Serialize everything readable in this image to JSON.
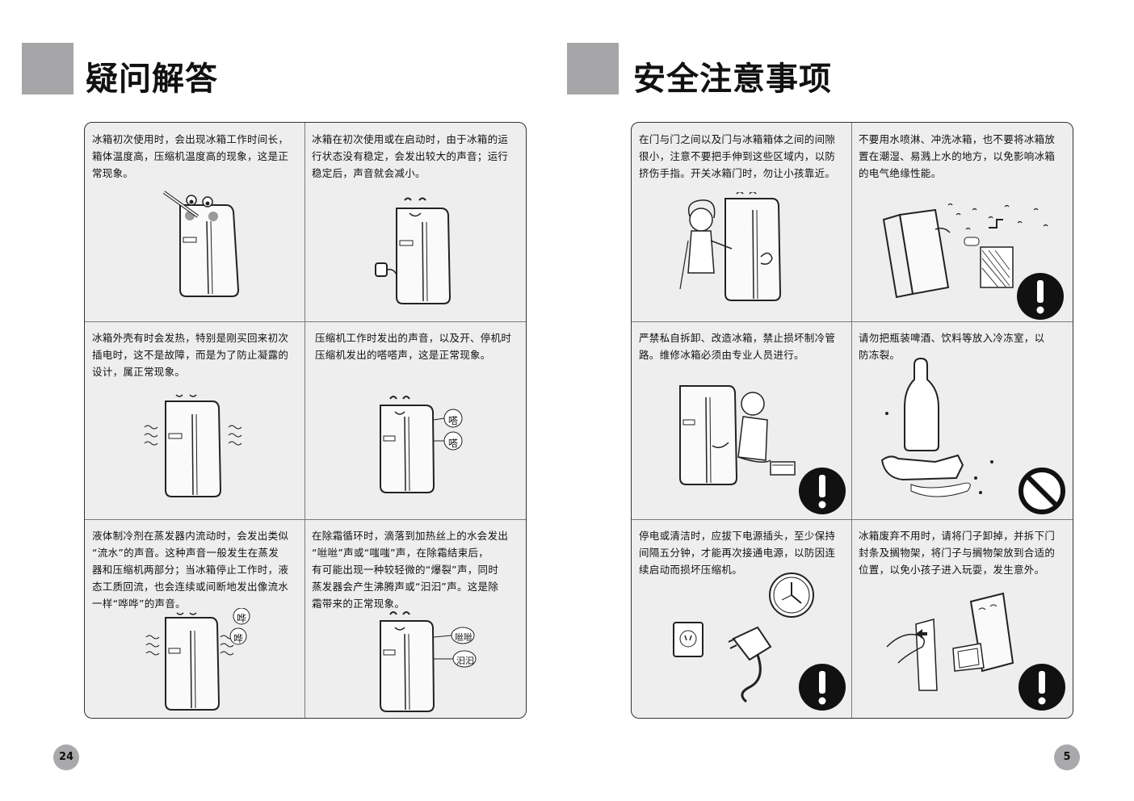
{
  "left_page": {
    "title": "疑问解答",
    "page_number": "24",
    "cells": [
      {
        "text": "冰箱初次使用时，会出现冰箱工作时间长，\n箱体温度高，压缩机温度高的现象，这是正\n常现象。"
      },
      {
        "text": "冰箱在初次使用或在启动时，由于冰箱的运\n行状态没有稳定，会发出较大的声音；运行\n稳定后，声音就会减小。"
      },
      {
        "text": "冰箱外壳有时会发热，特别是刚买回来初次\n插电时，这不是故障，而是为了防止凝露的\n设计，属正常现象。"
      },
      {
        "text": "压缩机工作时发出的声音，以及开、停机时\n压缩机发出的嗒嗒声，这是正常现象。",
        "bubbles": [
          "嗒",
          "嗒"
        ]
      },
      {
        "text": "液体制冷剂在蒸发器内流动时，会发出类似\n“流水”的声音。这种声音一般发生在蒸发\n器和压缩机两部分；当冰箱停止工作时，液\n态工质回流，也会连续或间断地发出像流水\n一样“哗哗”的声音。",
        "bubbles": [
          "哗",
          "哗"
        ]
      },
      {
        "text": "在除霜循环时，滴落到加热丝上的水会发出\n“咝咝”声或“嗤嗤”声，在除霜结束后，\n有可能出现一种较轻微的“爆裂”声，同时\n蒸发器会产生沸腾声或“汩汩”声。这是除\n霜带来的正常现象。",
        "bubbles": [
          "咝咝",
          "汩汩"
        ]
      }
    ]
  },
  "right_page": {
    "title": "安全注意事项",
    "page_number": "5",
    "cells": [
      {
        "text": "在门与门之间以及门与冰箱箱体之间的间隙\n很小，注意不要把手伸到这些区域内，以防\n挤伤手指。开关冰箱门时，勿让小孩靠近。"
      },
      {
        "text": "不要用水喷淋、冲洗冰箱，也不要将冰箱放\n置在潮湿、易溅上水的地方，以免影响冰箱\n的电气绝缘性能。",
        "warning_icon": "exclamation-icon"
      },
      {
        "text": "严禁私自拆卸、改造冰箱，禁止损坏制冷管\n路。维修冰箱必须由专业人员进行。",
        "warning_icon": "exclamation-icon"
      },
      {
        "text": "请勿把瓶装啤酒、饮料等放入冷冻室，以\n防冻裂。",
        "warning_icon": "prohibited-icon"
      },
      {
        "text": "停电或清洁时，应拔下电源插头，至少保持\n间隔五分钟，才能再次接通电源，以防因连\n续启动而损坏压缩机。",
        "warning_icon": "exclamation-icon"
      },
      {
        "text": "冰箱废弃不用时，请将门子卸掉，并拆下门\n封条及搁物架，将门子与搁物架放到合适的\n位置，以免小孩子进入玩耍，发生意外。",
        "warning_icon": "exclamation-icon"
      }
    ]
  },
  "colors": {
    "title_block": "#a6a6a8",
    "panel_bg": "#eeeeee",
    "icon_black": "#111111"
  }
}
